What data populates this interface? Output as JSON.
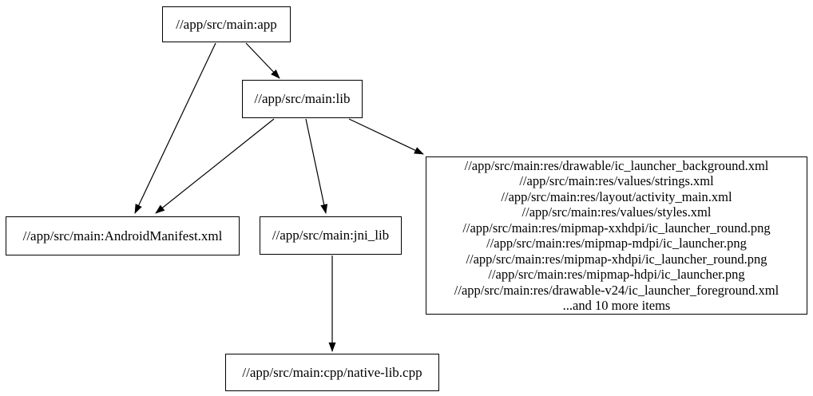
{
  "graph": {
    "type": "dependency-graph",
    "background_color": "#ffffff",
    "node_fill_color": "#ffffff",
    "node_border_color": "#000000",
    "edge_color": "#000000",
    "text_color": "#000000",
    "nodes": {
      "app": {
        "label": "//app/src/main:app"
      },
      "lib": {
        "label": "//app/src/main:lib"
      },
      "android_manifest": {
        "label": "//app/src/main:AndroidManifest.xml"
      },
      "jni_lib": {
        "label": "//app/src/main:jni_lib"
      },
      "resources_group": {
        "lines": [
          "//app/src/main:res/drawable/ic_launcher_background.xml",
          "//app/src/main:res/values/strings.xml",
          "//app/src/main:res/layout/activity_main.xml",
          "//app/src/main:res/values/styles.xml",
          "//app/src/main:res/mipmap-xxhdpi/ic_launcher_round.png",
          "//app/src/main:res/mipmap-mdpi/ic_launcher.png",
          "//app/src/main:res/mipmap-xhdpi/ic_launcher_round.png",
          "//app/src/main:res/mipmap-hdpi/ic_launcher.png",
          "//app/src/main:res/drawable-v24/ic_launcher_foreground.xml",
          "...and 10 more items"
        ]
      },
      "native_lib_cpp": {
        "label": "//app/src/main:cpp/native-lib.cpp"
      }
    },
    "edges": [
      {
        "from": "//app/src/main:app",
        "to": "//app/src/main:lib"
      },
      {
        "from": "//app/src/main:app",
        "to": "//app/src/main:AndroidManifest.xml"
      },
      {
        "from": "//app/src/main:lib",
        "to": "//app/src/main:AndroidManifest.xml"
      },
      {
        "from": "//app/src/main:lib",
        "to": "//app/src/main:jni_lib"
      },
      {
        "from": "//app/src/main:lib",
        "to": "resources_group"
      },
      {
        "from": "//app/src/main:jni_lib",
        "to": "//app/src/main:cpp/native-lib.cpp"
      }
    ]
  }
}
